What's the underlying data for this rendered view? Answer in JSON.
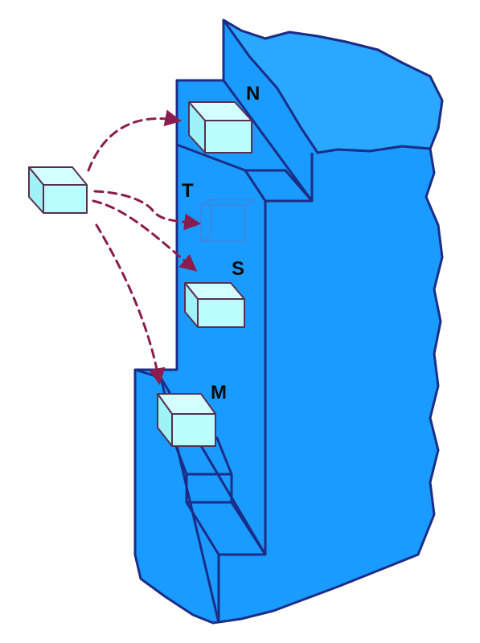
{
  "labels": {
    "n": "N",
    "t": "T",
    "s": "S",
    "m": "M"
  },
  "colors": {
    "block_fill": "#1a9bff",
    "block_stroke": "#1b2d86",
    "cube_front": "#b9fdfd",
    "cube_side": "#9ff2f6",
    "cube_top": "#d2ffff",
    "cube_stroke": "#57304f",
    "arrow": "#8a1d4e",
    "label": "#0a0a0a"
  }
}
